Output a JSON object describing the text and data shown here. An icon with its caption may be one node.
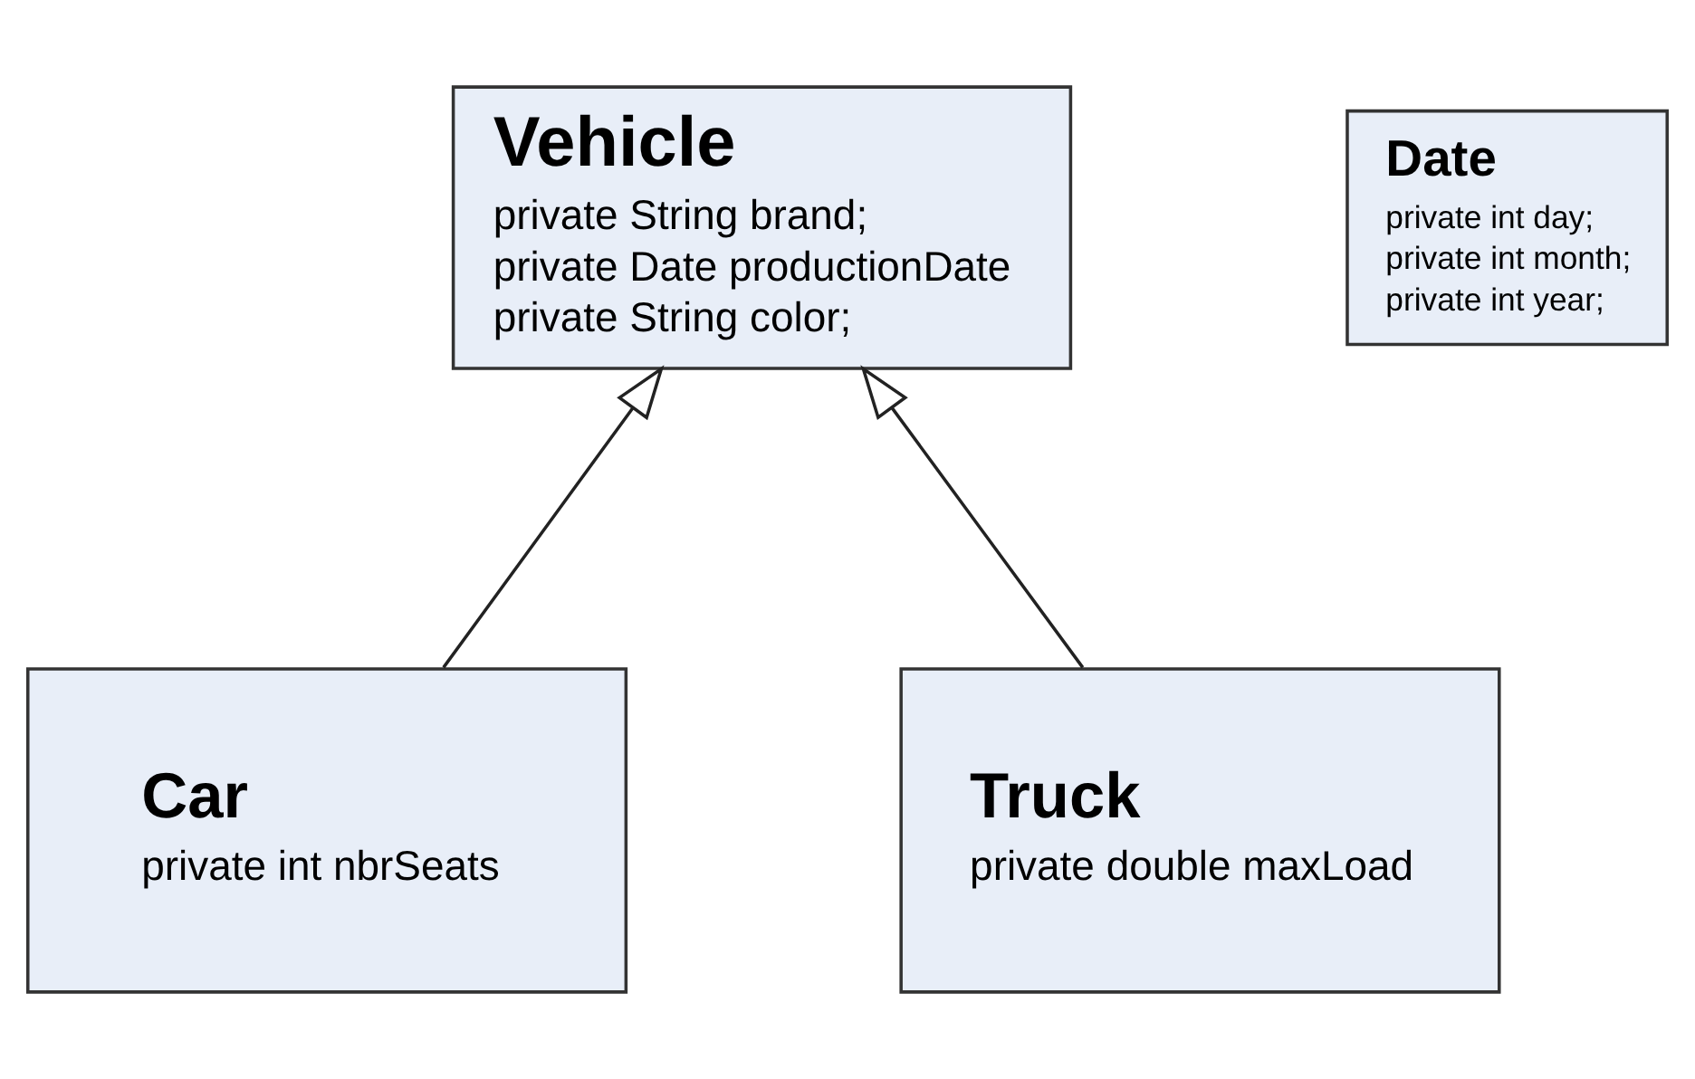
{
  "diagram": {
    "nodes": [
      {
        "text": [
          "Vehicle",
          "private String brand;",
          "private Date productionDate",
          "private String color;"
        ]
      },
      {
        "text": [
          "Date",
          "private int day;",
          "private int month;",
          "private int year;"
        ]
      },
      {
        "text": [
          "Car",
          "private int nbrSeats"
        ]
      },
      {
        "text": [
          "Truck",
          "private double maxLoad"
        ]
      }
    ],
    "edges": [
      {
        "from": 2,
        "to": 0,
        "arrow": "to"
      },
      {
        "from": 3,
        "to": 0,
        "arrow": "to"
      }
    ]
  }
}
